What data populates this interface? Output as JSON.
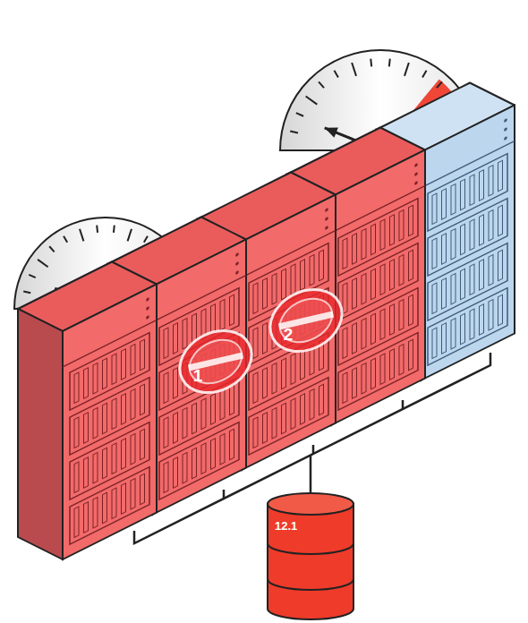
{
  "diagram": {
    "nodes": [
      {
        "text": [
          "1"
        ]
      },
      {
        "text": [
          "2"
        ]
      },
      {
        "text": [
          "12.1"
        ]
      }
    ]
  }
}
